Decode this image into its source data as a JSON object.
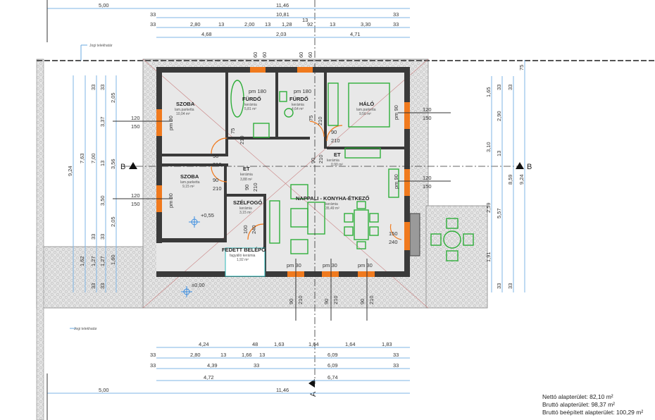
{
  "boundary_label": "Jogi telekhatár",
  "section_marks": {
    "a": "A",
    "b": "B"
  },
  "top_dims": {
    "r1": [
      "5,00",
      "11,46"
    ],
    "r2": [
      "33",
      "10,81",
      "33",
      "13"
    ],
    "r3": [
      "33",
      "2,80",
      "13",
      "2,00",
      "13",
      "1,28",
      "92",
      "13",
      "3,30",
      "33"
    ],
    "r4": [
      "4,68",
      "2,03",
      "4,71"
    ]
  },
  "bottom_dims": {
    "r1": [
      "4,24",
      "48",
      "1,63",
      "1,64",
      "1,64",
      "1,83"
    ],
    "r2": [
      "33",
      "2,80",
      "13",
      "1,66",
      "13",
      "6,09",
      "33"
    ],
    "r3": [
      "33",
      "4,39",
      "33",
      "6,09",
      "33"
    ],
    "r4": [
      "4,72",
      "6,74"
    ],
    "r5": [
      "5,00",
      "11,46"
    ]
  },
  "left_dims": {
    "c1": [
      "9,24"
    ],
    "c2": [
      "7,63",
      "1,62"
    ],
    "c3": [
      "33",
      "7,00",
      "33",
      "1,27",
      "33"
    ],
    "c4": [
      "33",
      "3,37",
      "13",
      "3,50",
      "33",
      "1,27",
      "33"
    ],
    "c5": [
      "2,05",
      "3,56",
      "2,05",
      "1,60"
    ]
  },
  "right_dims": {
    "c1": [
      "1,65",
      "3,10",
      "2,59",
      "1,91"
    ],
    "c2": [
      "33",
      "2,90",
      "13",
      "5,57",
      "33"
    ],
    "c3": [
      "33",
      "8,59",
      "33"
    ],
    "c4": [
      "75",
      "9,24"
    ]
  },
  "rooms": [
    {
      "name": "SZOBA",
      "floor": "lam.parketta",
      "area": "10,04 m²"
    },
    {
      "name": "FÜRDŐ",
      "floor": "kerámia",
      "area": "5,81 m²"
    },
    {
      "name": "FÜRDŐ",
      "floor": "kerámia",
      "area": "4,64 m²"
    },
    {
      "name": "HÁLÓ",
      "floor": "lam.parketta",
      "area": "9,56 m²"
    },
    {
      "name": "ET",
      "floor": "kerámia",
      "area": "0,90 m²"
    },
    {
      "name": "ET",
      "floor": "kerámia",
      "area": "3,88 m²"
    },
    {
      "name": "SZOBA",
      "floor": "lam.parketta",
      "area": "9,15 m²"
    },
    {
      "name": "SZÉLFOGÓ",
      "floor": "kerámia",
      "area": "3,15 m²"
    },
    {
      "name": "NAPPALI - KONYHA-ÉTKEZŐ",
      "floor": "kerámia",
      "area": "35,49 m²"
    },
    {
      "name": "FEDETT BELÉPŐ",
      "floor": "fagyálló kerámia",
      "area": "1,92 m²"
    }
  ],
  "levels": {
    "inside": "+0,55",
    "outside": "±0,00"
  },
  "openings": {
    "pm90": "pm 90",
    "pm180": "pm 180",
    "pm30": "pm 30",
    "w60": "60",
    "w120": "120",
    "w150": "150",
    "w90": "90",
    "w210": "210",
    "w75": "75",
    "w100": "100",
    "w240": "240",
    "w160": "150"
  },
  "summary": {
    "net": "Nettó alapterület: 82,10 m²",
    "gross": "Bruttó alapterület: 98,37 m²",
    "built": "Bruttó beépített alapterület: 100,29 m²"
  }
}
